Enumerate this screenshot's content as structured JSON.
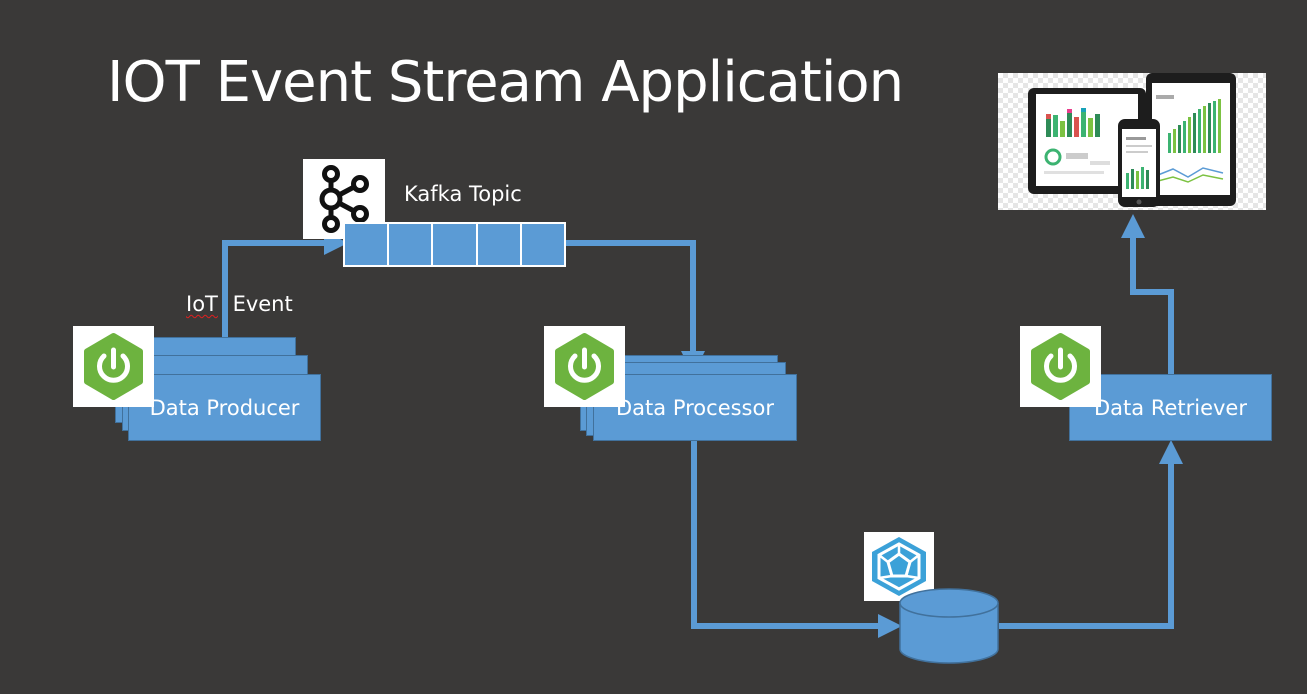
{
  "title": "IOT Event Stream Application",
  "labels": {
    "kafka_topic": "Kafka Topic",
    "iot": "IoT",
    "event": "Event"
  },
  "components": {
    "producer": "Data Producer",
    "processor": "Data Processor",
    "retriever": "Data Retriever"
  },
  "icons": {
    "spring": "spring-power-icon",
    "kafka": "kafka-logo-icon",
    "cassandra": "cassandra-gem-icon",
    "dashboard": "dashboard-devices-image"
  },
  "colors": {
    "background": "#3a3938",
    "box_fill": "#5b9bd5",
    "box_border": "#41719c",
    "arrow": "#5b9bd5",
    "spring_green": "#6db33f"
  }
}
